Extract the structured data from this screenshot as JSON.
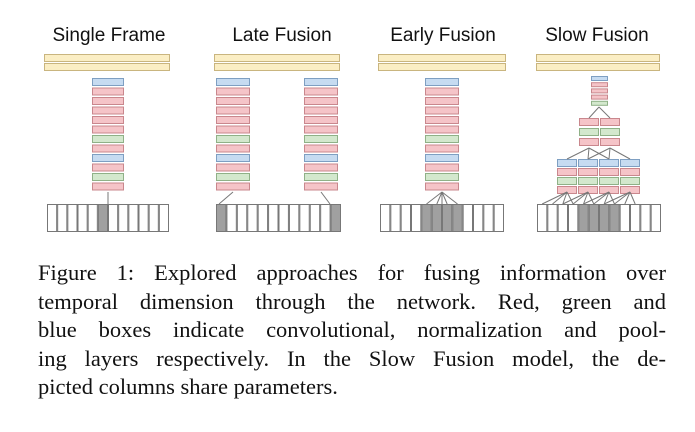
{
  "figure": {
    "titles": [
      "Single Frame",
      "Late Fusion",
      "Early Fusion",
      "Slow Fusion"
    ],
    "colors": {
      "output": "#fbeec4",
      "output_stroke": "#c9b57f",
      "conv": "#f5c4c8",
      "conv_stroke": "#c9878d",
      "norm": "#d3e8cd",
      "norm_stroke": "#8fb187",
      "pool": "#c6dbf1",
      "pool_stroke": "#7e9fc2",
      "frame": "#ffffff",
      "frame_active": "#a0a0a0",
      "line": "#777777"
    }
  },
  "caption": {
    "lines": [
      "Figure 1: Explored approaches for fusing information over",
      "temporal dimension through the network. Red, green and",
      "blue boxes indicate convolutional, normalization and pool-",
      "ing layers respectively. In the Slow Fusion model, the de-",
      "picted columns share parameters."
    ]
  }
}
